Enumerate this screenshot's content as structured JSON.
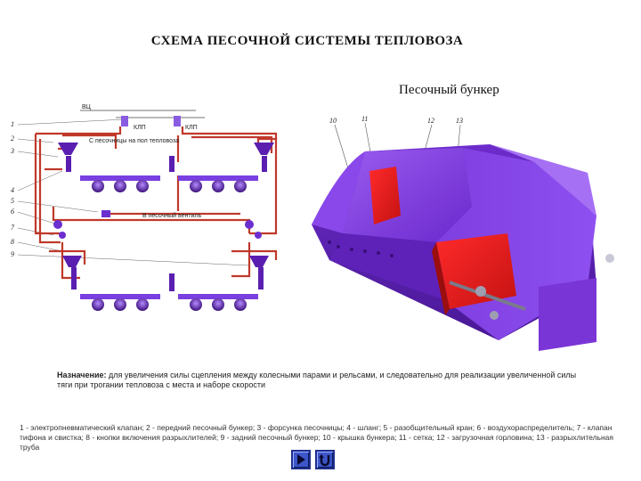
{
  "title": "СХЕМА ПЕСОЧНОЙ СИСТЕМЫ ТЕПЛОВОЗА",
  "subtitle": "Песочный бункер",
  "schema": {
    "left_numbers": [
      "1",
      "2",
      "3",
      "4",
      "5",
      "6",
      "7",
      "8",
      "9"
    ],
    "label_kv": "КЛП",
    "label_kv2": "КЛП",
    "label_box1": "С песочницы на пол тепловоза",
    "label_center": "В песочный вентиль",
    "label_top": "ВЦ"
  },
  "bunker": {
    "callouts": [
      "10",
      "11",
      "12",
      "13"
    ]
  },
  "purpose": {
    "label": "Назначение:",
    "text": " для увеличения силы сцепления между колесными парами и рельсами, и следовательно для реализации увеличенной силы тяги при трогании тепловоза с места и наборе скорости"
  },
  "legend": "1 - электропневматический клапан; 2 - передний песочный бункер; 3 - форсунка песочницы; 4 - шланг; 5 - разобщительный кран; 6 - воздухораспределитель; 7 - клапан тифона и свистка; 8 - кнопки включения разрыхлителей; 9 - задний песочный бункер; 10 - крышка бункера; 11 - сетка; 12 - загрузочная горловина; 13 - разрыхлительная труба",
  "nav": {
    "forward_icon": "play-triangle-icon",
    "return_icon": "return-arrow-icon"
  },
  "colors": {
    "pipe": "#c0392b",
    "bunker_purple": "#7a2fd6",
    "bunker_dark": "#4a1a96",
    "interior_red": "#e01b1b",
    "nav_blue": "#3d56c9"
  }
}
